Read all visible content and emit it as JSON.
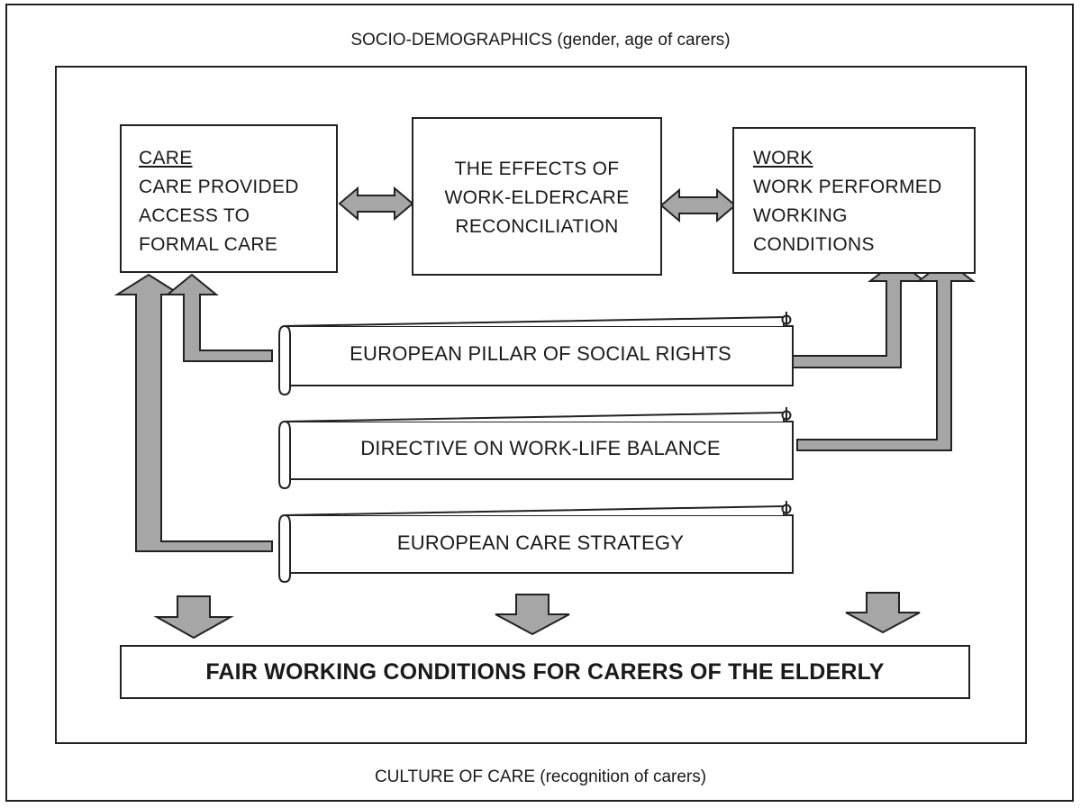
{
  "outer": {
    "top_label": "SOCIO-DEMOGRAPHICS (gender, age of carers)",
    "bottom_label": "CULTURE OF CARE (recognition of carers)"
  },
  "boxes": {
    "care": {
      "heading": "CARE",
      "lines": [
        "CARE PROVIDED",
        "ACCESS TO",
        "FORMAL CARE"
      ]
    },
    "center": {
      "lines": [
        "THE EFFECTS OF",
        "WORK-ELDERCARE",
        "RECONCILIATION"
      ]
    },
    "work": {
      "heading": "WORK",
      "lines": [
        "WORK PERFORMED",
        "WORKING",
        "CONDITIONS"
      ]
    }
  },
  "policies": [
    {
      "label": "EUROPEAN PILLAR OF SOCIAL RIGHTS"
    },
    {
      "label": "DIRECTIVE ON WORK-LIFE BALANCE"
    },
    {
      "label": "EUROPEAN CARE STRATEGY"
    }
  ],
  "outcome": {
    "label": "FAIR WORKING CONDITIONS FOR CARERS OF THE ELDERLY"
  },
  "colors": {
    "arrow_fill": "#a6a6a6",
    "stroke": "#222222"
  }
}
